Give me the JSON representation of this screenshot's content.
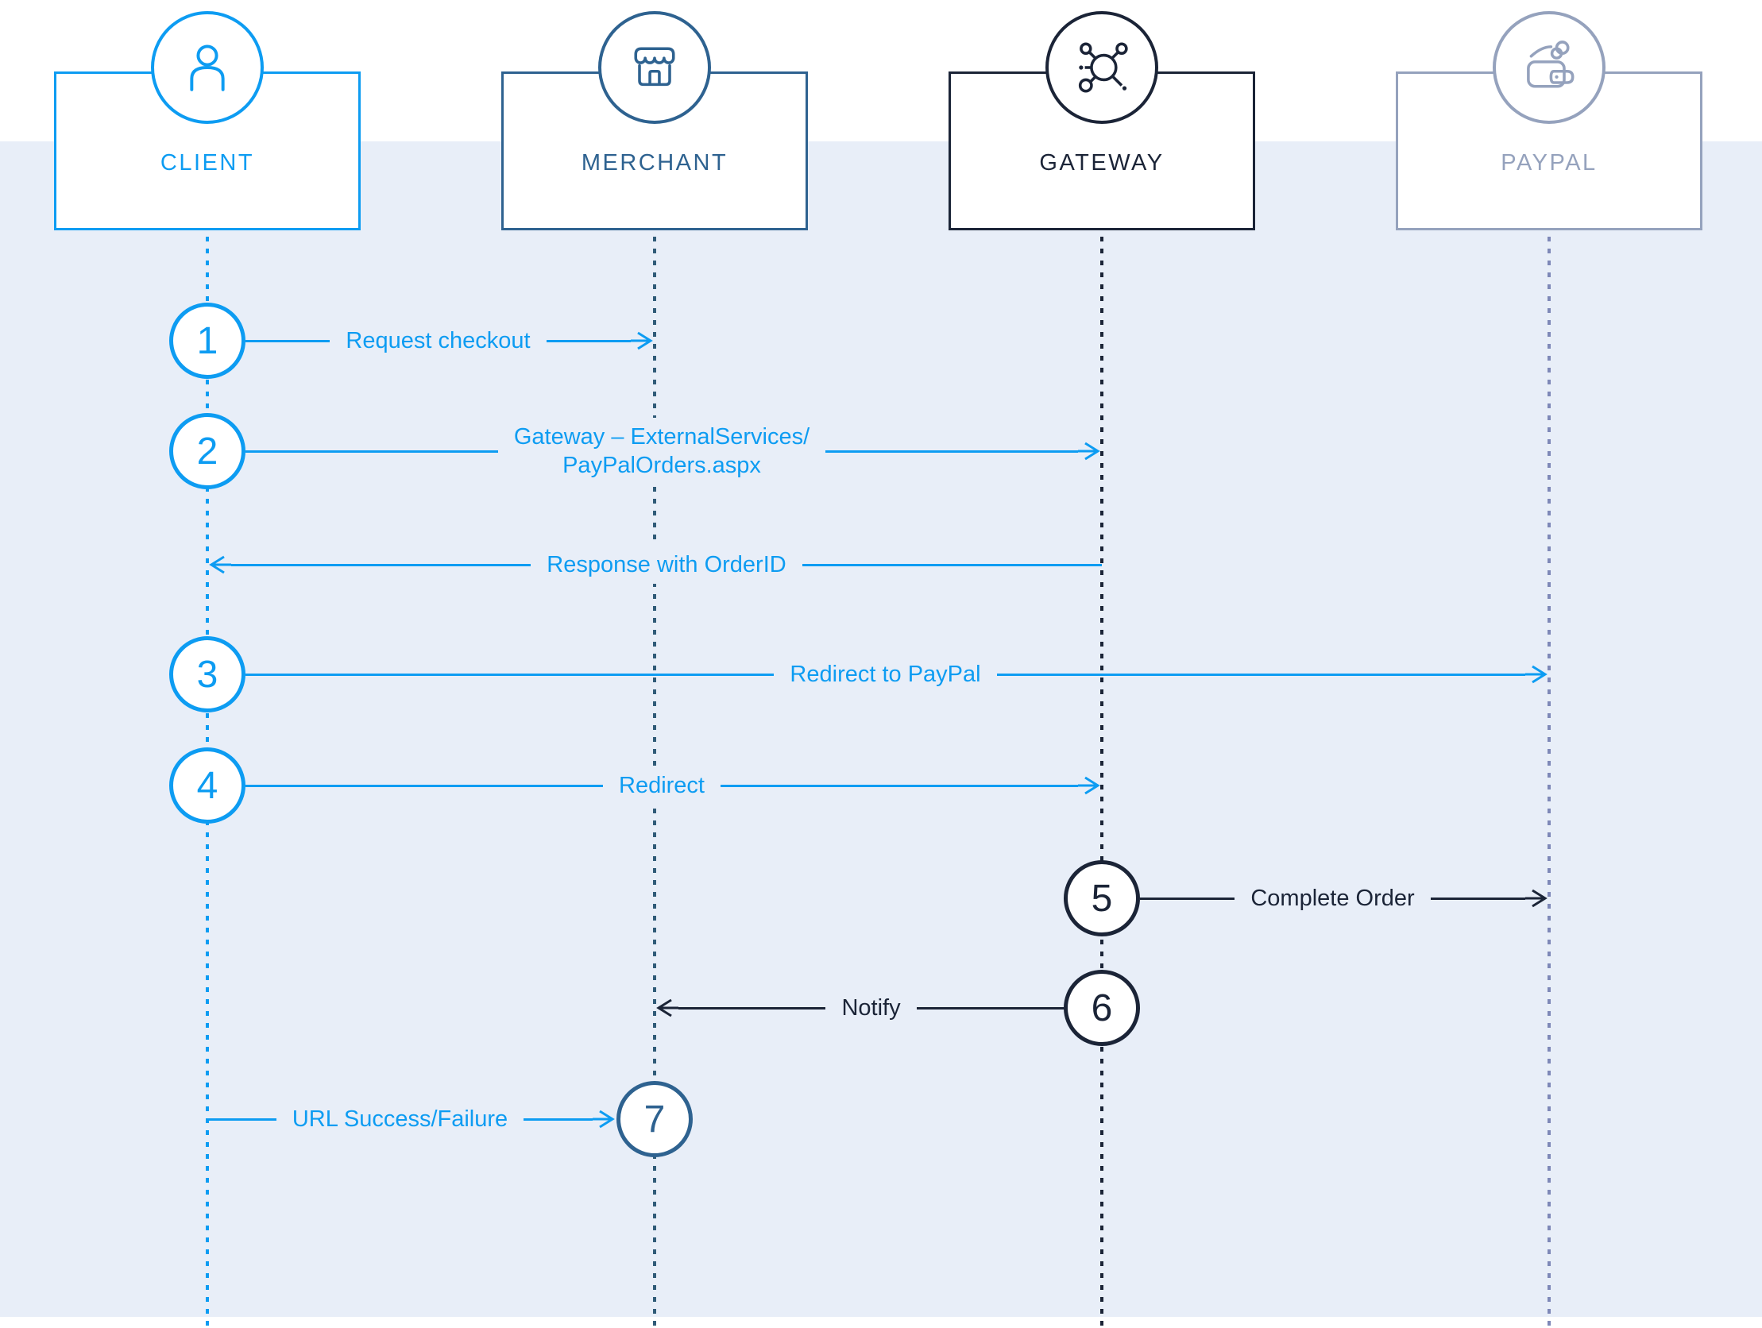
{
  "diagram": {
    "type": "sequence-diagram",
    "subject": "PayPal checkout flow through a payment gateway"
  },
  "actors": [
    {
      "id": "client",
      "label": "CLIENT",
      "color": "#0D9CF2",
      "icon": "person-icon"
    },
    {
      "id": "merchant",
      "label": "MERCHANT",
      "color": "#2E6290",
      "icon": "storefront-icon"
    },
    {
      "id": "gateway",
      "label": "GATEWAY",
      "color": "#1B2437",
      "icon": "network-hub-icon"
    },
    {
      "id": "paypal",
      "label": "PAYPAL",
      "color": "#95A2BD",
      "icon": "wallet-icon"
    }
  ],
  "messages": [
    {
      "step": "1",
      "label": "Request checkout",
      "from": "client",
      "to": "merchant",
      "color": "#0D9CF2"
    },
    {
      "step": "2",
      "lines": [
        "Gateway – ExternalServices/",
        "PayPalOrders.aspx"
      ],
      "from": "client",
      "to": "gateway",
      "color": "#0D9CF2"
    },
    {
      "step": "",
      "label": "Response with OrderID",
      "from": "gateway",
      "to": "client",
      "color": "#0D9CF2"
    },
    {
      "step": "3",
      "label": "Redirect to PayPal",
      "from": "client",
      "to": "paypal",
      "color": "#0D9CF2"
    },
    {
      "step": "4",
      "label": "Redirect",
      "from": "client",
      "to": "gateway",
      "color": "#0D9CF2"
    },
    {
      "step": "5",
      "label": "Complete Order",
      "from": "gateway",
      "to": "paypal",
      "color": "#1B2437"
    },
    {
      "step": "6",
      "label": "Notify",
      "from": "gateway",
      "to": "merchant",
      "color": "#1B2437"
    },
    {
      "step": "7",
      "label": "URL Success/Failure",
      "from": "client",
      "to": "merchant",
      "color": "#0D9CF2"
    }
  ],
  "colors": {
    "accent_blue": "#0D9CF2",
    "merchant_slate": "#2E6290",
    "gateway_navy": "#1B2437",
    "paypal_gray": "#95A2BD",
    "band_background": "#E8EEF8",
    "page_background": "#FFFFFF"
  }
}
